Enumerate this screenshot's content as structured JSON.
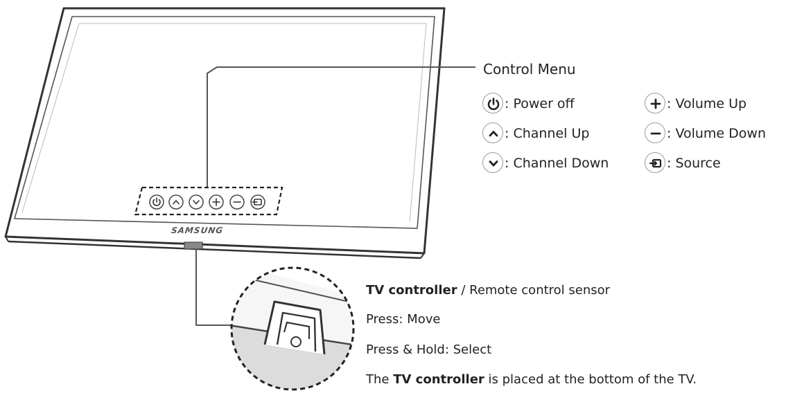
{
  "control_menu": {
    "title": "Control Menu",
    "items": [
      {
        "icon": "power-icon",
        "label": ": Power off"
      },
      {
        "icon": "channel-up-icon",
        "label": ": Channel Up"
      },
      {
        "icon": "channel-down-icon",
        "label": ": Channel Down"
      },
      {
        "icon": "volume-up-icon",
        "label": ": Volume Up"
      },
      {
        "icon": "volume-down-icon",
        "label": ": Volume Down"
      },
      {
        "icon": "source-icon",
        "label": ": Source"
      }
    ]
  },
  "tv": {
    "brand": "SAMSUNG",
    "panel_buttons": [
      "power-icon",
      "channel-up-icon",
      "channel-down-icon",
      "volume-up-icon",
      "volume-down-icon",
      "source-icon"
    ]
  },
  "tv_controller": {
    "line1_bold": "TV controller",
    "line1_rest": " / Remote control sensor",
    "line2": "Press: Move",
    "line3": "Press & Hold: Select",
    "line4_pre": "The ",
    "line4_bold": "TV controller",
    "line4_post": " is placed at the bottom of the TV."
  }
}
